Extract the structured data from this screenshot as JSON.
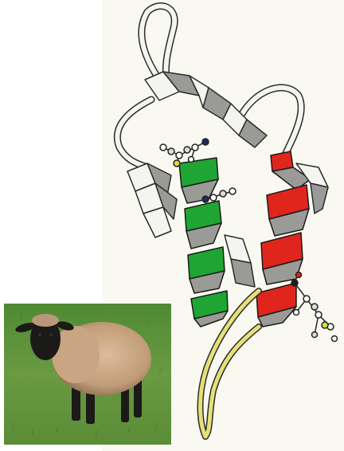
{
  "figure": {
    "description_free": true,
    "colors": {
      "background": "#ffffff",
      "paper": "#faf9f1",
      "ribbon_light": "#f4f4f0",
      "ribbon_shade": "#9a9a96",
      "ribbon_outline": "#2b2b2b",
      "helix_green": "#1fa533",
      "helix_red": "#e0261c",
      "coil_yellow": "#e6e07a",
      "grass": "#5c8f3a",
      "wool": "#c9a583",
      "sheep_face": "#1c1a18"
    },
    "icons": [
      "protein-ribbon-diagram",
      "sheep-photo",
      "ball-and-stick-sidechain"
    ]
  }
}
